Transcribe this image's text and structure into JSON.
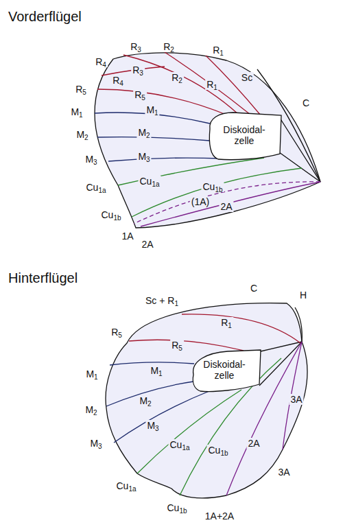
{
  "diagram": {
    "nodes": [
      {
        "text": [
          "Diskoidal- zelle"
        ]
      },
      {
        "text": [
          "Diskoidal- zelle"
        ]
      }
    ],
    "labels": [
      "Vorderflügel",
      "R4",
      "R3",
      "R2",
      "R1",
      "Sc",
      "C",
      "R3",
      "R2",
      "R1",
      "R5",
      "R4",
      "R5",
      "M1",
      "M1",
      "M2",
      "M2",
      "M3",
      "M3",
      "Cu1a",
      "Cu1a",
      "Cu1b",
      "(1A)",
      "Cu1b",
      "2A",
      "1A",
      "2A",
      "Hinterflügel",
      "C",
      "H",
      "Sc + R1",
      "R1",
      "R5",
      "R5",
      "M1",
      "M1",
      "M2",
      "M2",
      "3A",
      "M3",
      "M3",
      "Cu1a",
      "Cu1b",
      "2A",
      "3A",
      "Cu1a",
      "Cu1b",
      "1A+2A"
    ]
  }
}
